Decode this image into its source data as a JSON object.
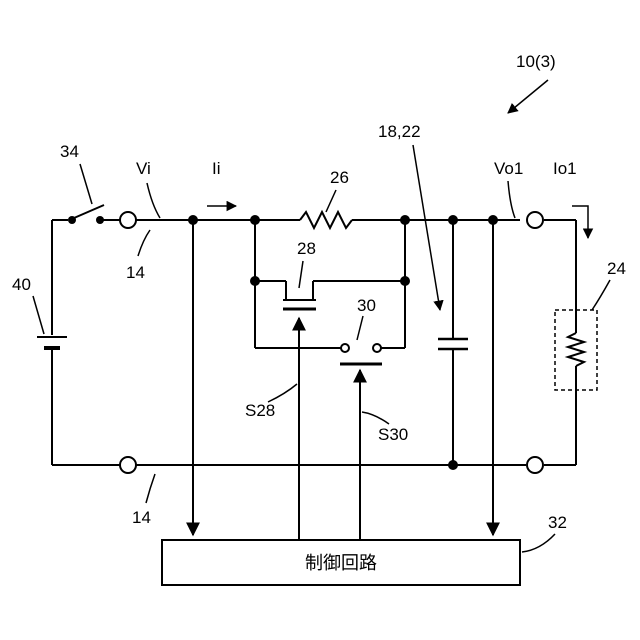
{
  "figure_ref": "10(3)",
  "labels": {
    "switch": "34",
    "input_voltage": "Vi",
    "input_current": "Ii",
    "resistor": "26",
    "fet": "28",
    "switch30": "30",
    "capacitor": "18,22",
    "output_voltage": "Vo1",
    "output_current": "Io1",
    "load": "24",
    "battery": "40",
    "terminal_top": "14",
    "terminal_bottom": "14",
    "signal_fet": "S28",
    "signal_switch": "S30",
    "control_ref": "32"
  },
  "control_block": {
    "label": "制御回路"
  }
}
